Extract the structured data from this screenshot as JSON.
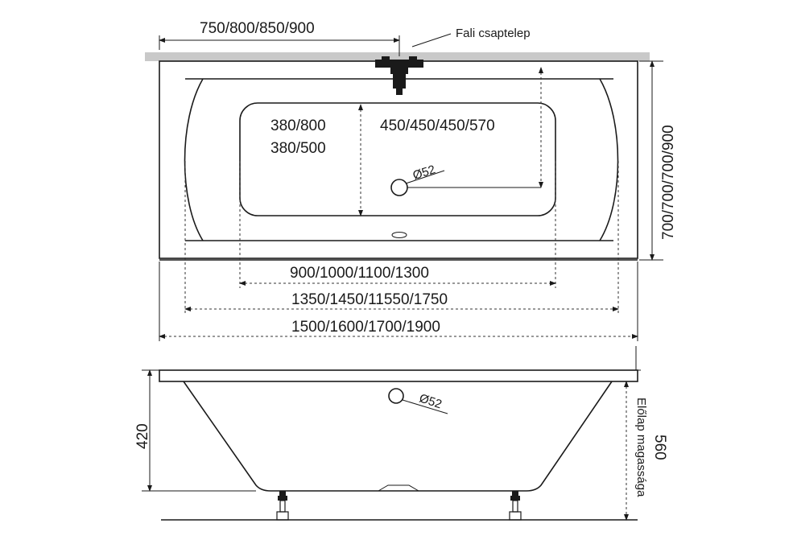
{
  "labels": {
    "faucet_width": "750/800/850/900",
    "wall_faucet": "Fali csaptelep",
    "inner_offset_a": "380/800",
    "inner_offset_b": "380/500",
    "drain_offset": "450/450/450/570",
    "drain_diameter_top": "Ø52",
    "inner_length": "900/1000/1100/1300",
    "middle_length": "1350/1450/11550/1750",
    "outer_length": "1500/1600/1700/1900",
    "outer_width": "700/700/700/900",
    "height_tub": "420",
    "height_total": "560",
    "front_panel_height": "Előlap magassága",
    "drain_diameter_side": "Ø52"
  },
  "colors": {
    "line": "#1a1a1a",
    "wall": "#c9c9c9"
  }
}
